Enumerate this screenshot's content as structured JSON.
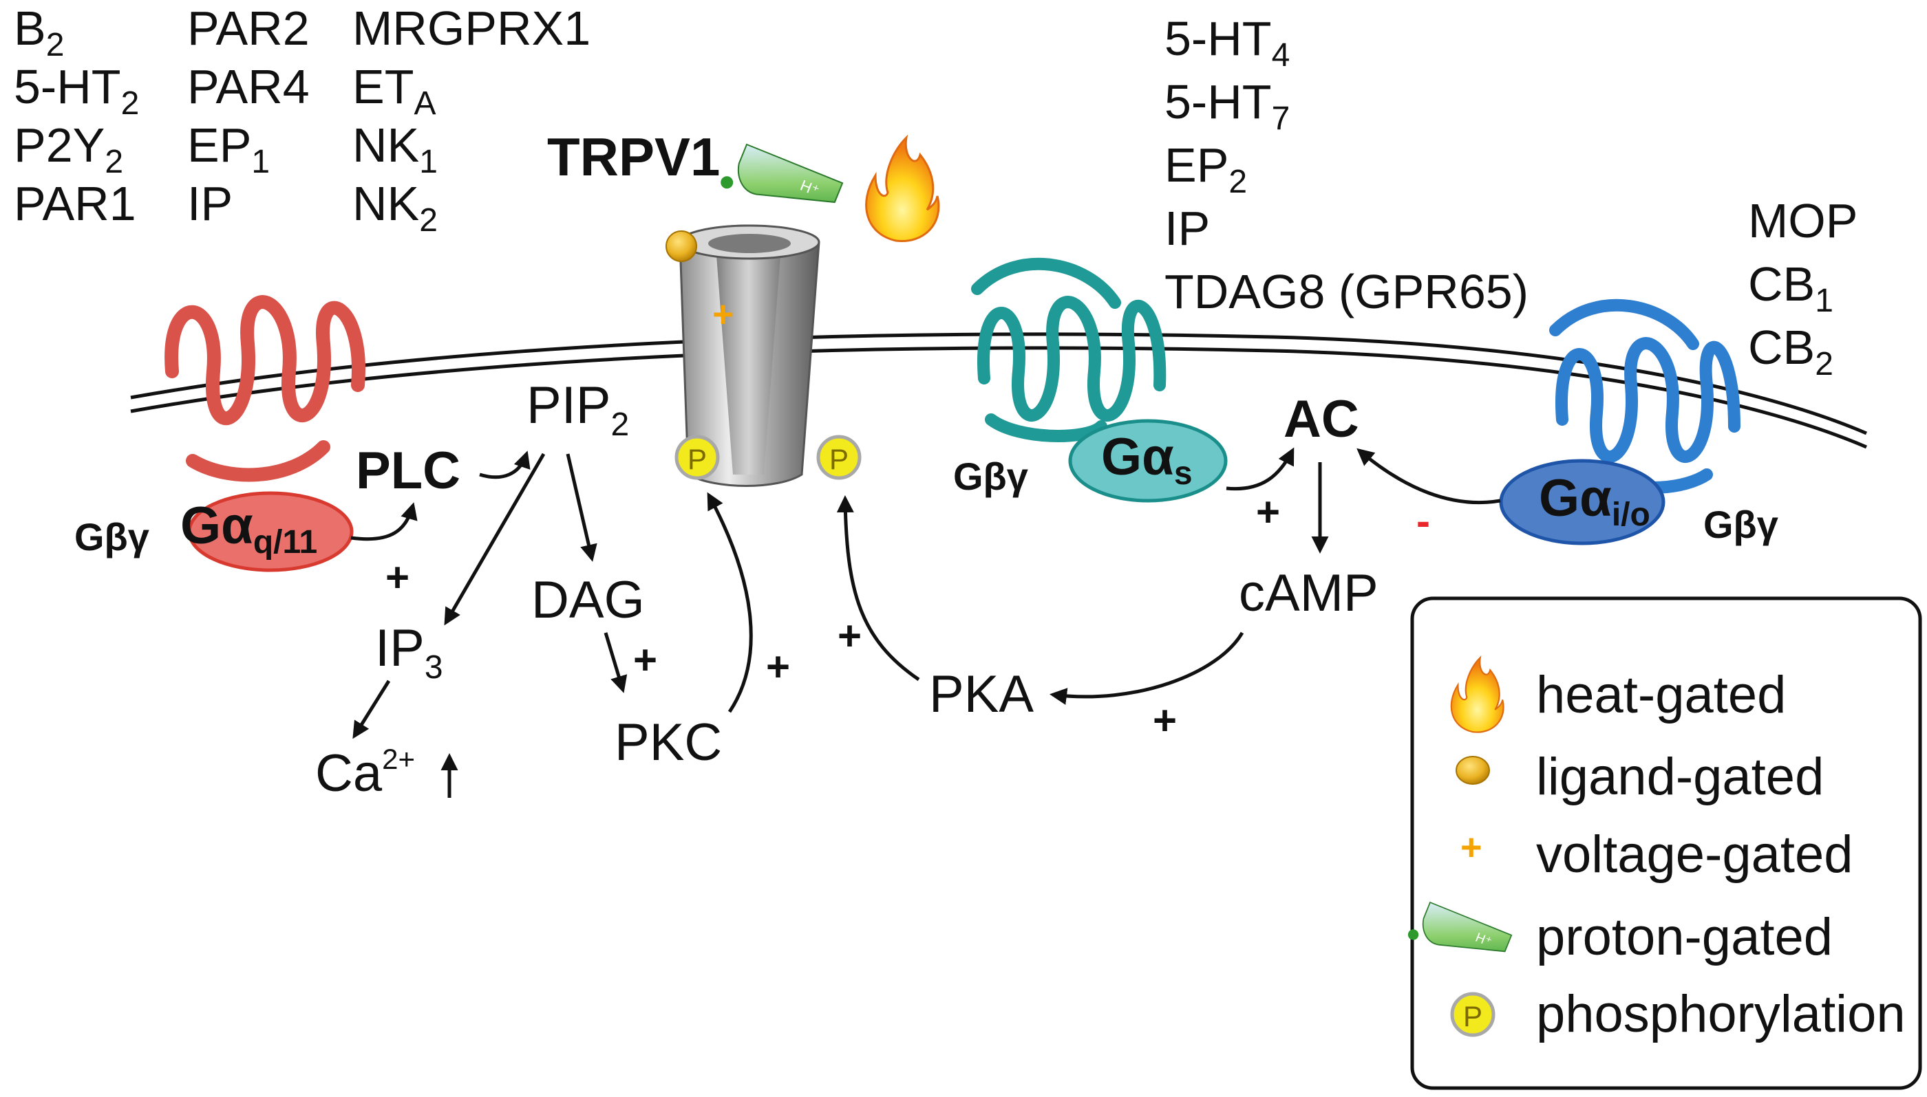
{
  "receptor_lists": {
    "gq_col1": [
      {
        "base": "B",
        "sub": "2"
      },
      {
        "base": "5-HT",
        "sub": "2"
      },
      {
        "base": "P2Y",
        "sub": "2"
      },
      {
        "base": "PAR1",
        "sub": ""
      }
    ],
    "gq_col2": [
      {
        "base": "PAR2",
        "sub": ""
      },
      {
        "base": "PAR4",
        "sub": ""
      },
      {
        "base": "EP",
        "sub": "1"
      },
      {
        "base": "IP",
        "sub": ""
      }
    ],
    "gq_col3": [
      {
        "base": "MRGPRX1",
        "sub": ""
      },
      {
        "base": "ET",
        "sub": "A"
      },
      {
        "base": "NK",
        "sub": "1"
      },
      {
        "base": "NK",
        "sub": "2"
      }
    ],
    "gs": [
      {
        "base": "5-HT",
        "sub": "4"
      },
      {
        "base": "5-HT",
        "sub": "7"
      },
      {
        "base": "EP",
        "sub": "2"
      },
      {
        "base": "IP",
        "sub": ""
      },
      {
        "base": "TDAG8 (GPR65)",
        "sub": ""
      }
    ],
    "gi": [
      {
        "base": "MOP",
        "sub": ""
      },
      {
        "base": "CB",
        "sub": "1"
      },
      {
        "base": "CB",
        "sub": "2"
      }
    ]
  },
  "channel": {
    "name": "TRPV1",
    "proton_symbol": "H⁺",
    "voltage_symbol": "+",
    "phospho_symbol": "P"
  },
  "gproteins": {
    "gq": {
      "alpha": "Gα",
      "alpha_sub": "q/11",
      "beta_gamma": "Gβγ",
      "color": "#e9706b"
    },
    "gs": {
      "alpha": "Gα",
      "alpha_sub": "s",
      "beta_gamma": "Gβγ",
      "color": "#6cc8c8"
    },
    "gi": {
      "alpha": "Gα",
      "alpha_sub": "i/o",
      "beta_gamma": "Gβγ",
      "color": "#4f7fc7"
    }
  },
  "pathway": {
    "plc": "PLC",
    "pip2": {
      "base": "PIP",
      "sub": "2"
    },
    "dag": "DAG",
    "ip3": {
      "base": "IP",
      "sub": "3"
    },
    "ca": {
      "base": "Ca",
      "sup": "2+"
    },
    "pkc": "PKC",
    "ac": "AC",
    "camp": "cAMP",
    "pka": "PKA",
    "plus": "+",
    "minus": "-"
  },
  "legend": [
    {
      "icon": "flame-icon",
      "label": "heat-gated"
    },
    {
      "icon": "ligand-ball-icon",
      "label": "ligand-gated"
    },
    {
      "icon": "voltage-plus-icon",
      "label": "voltage-gated"
    },
    {
      "icon": "pipette-icon",
      "label": "proton-gated"
    },
    {
      "icon": "phospho-icon",
      "label": "phosphorylation"
    }
  ],
  "colors": {
    "gq_receptor": "#d9534a",
    "gs_receptor": "#1f9a96",
    "gi_receptor": "#2f7fd0",
    "voltage": "#f5a300",
    "phospho": "#f3ea1d",
    "minus": "#e8262b"
  }
}
